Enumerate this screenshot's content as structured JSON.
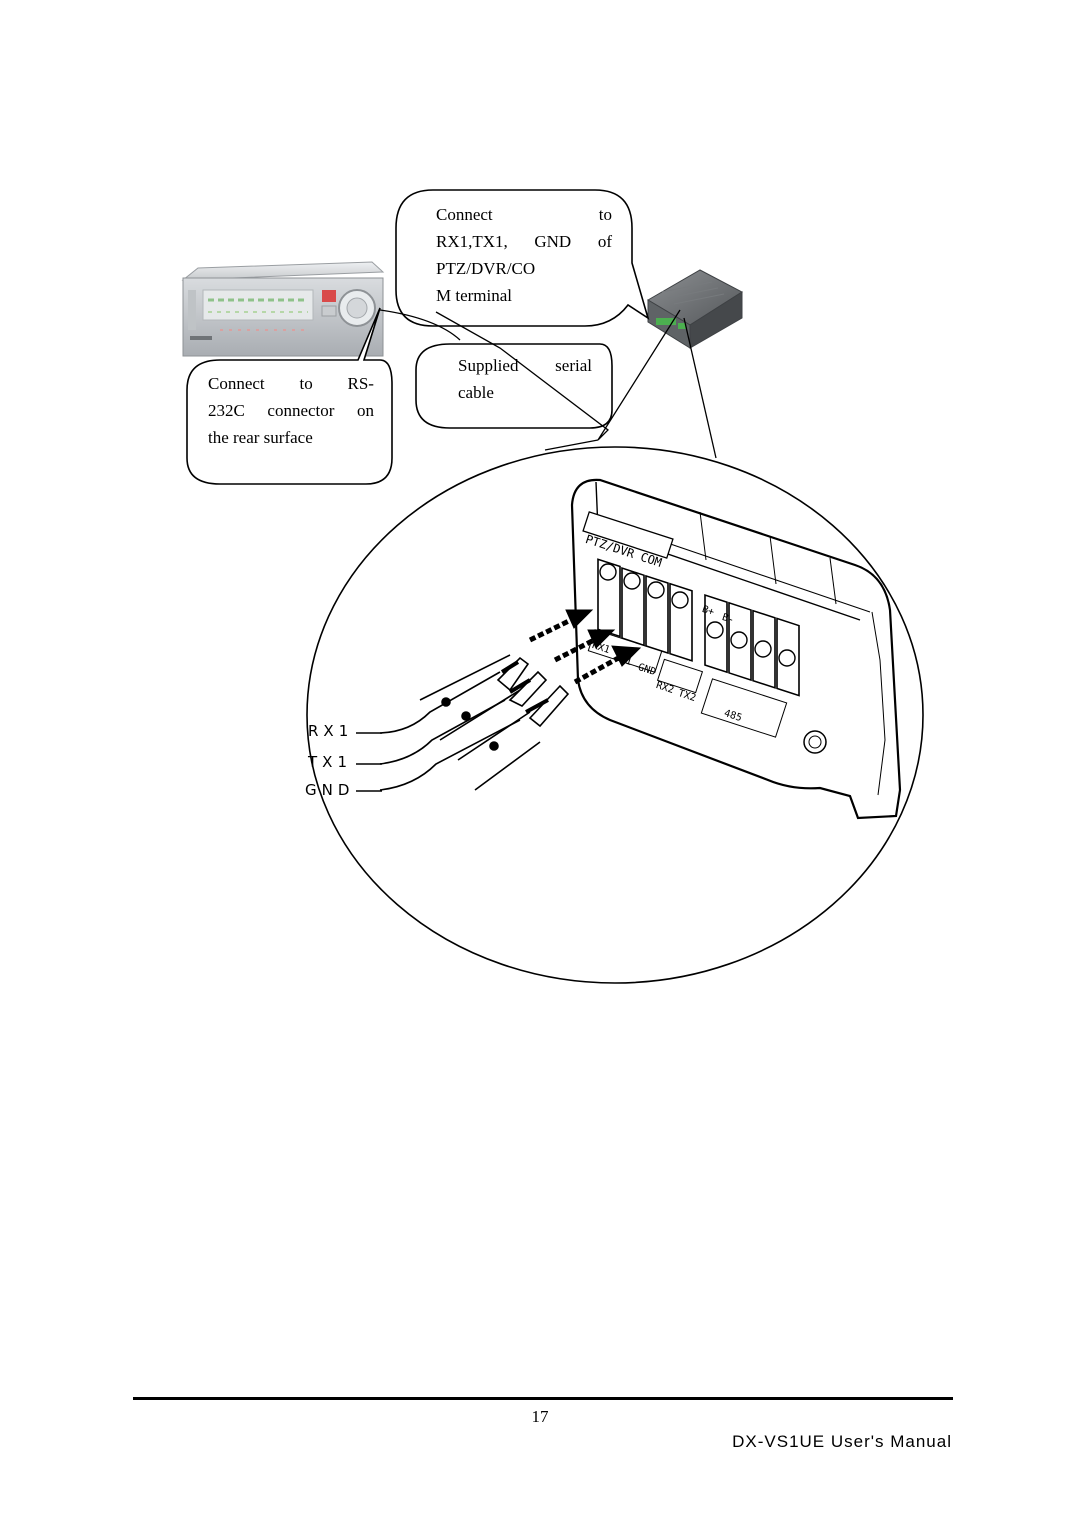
{
  "callouts": {
    "terminal": {
      "lines": [
        [
          "Connect",
          "to"
        ],
        [
          "RX1,TX1,",
          "GND",
          "of"
        ],
        [
          "PTZ/DVR/CO"
        ],
        [
          "M terminal"
        ]
      ]
    },
    "cable": {
      "lines": [
        [
          "Supplied",
          "serial"
        ],
        [
          "cable"
        ]
      ]
    },
    "rs232": {
      "lines": [
        [
          "Connect",
          "to",
          "RS-"
        ],
        [
          "232C",
          "connector",
          "on"
        ],
        [
          "the rear surface"
        ]
      ]
    }
  },
  "wires": {
    "rx": "RX1",
    "tx": "TX1",
    "gnd": "GND"
  },
  "terminal_block": {
    "header": "PTZ/DVR COM",
    "labels": [
      "RX1",
      "TX1",
      "GND",
      "RX2",
      "TX2",
      "B+",
      "B-",
      "485"
    ]
  },
  "footer": {
    "page_number": "17",
    "manual_title": "DX-VS1UE User's Manual"
  }
}
